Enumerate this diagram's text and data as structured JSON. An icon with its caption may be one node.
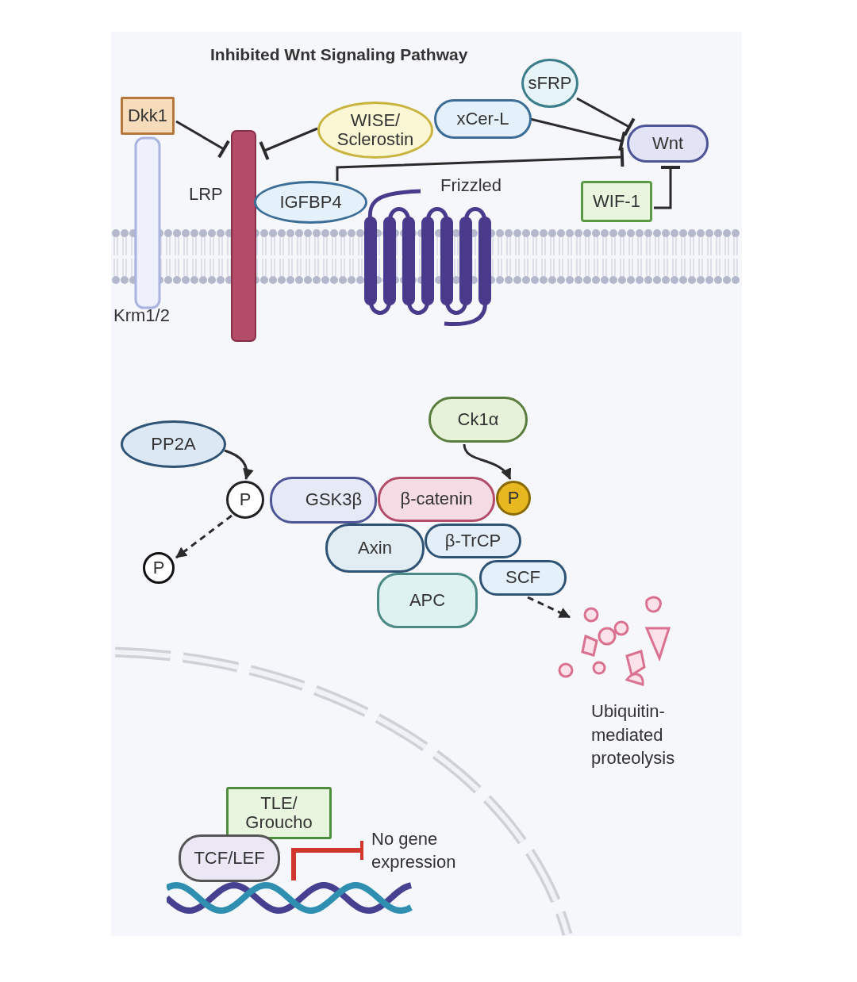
{
  "diagram": {
    "title": "Inhibited Wnt Signaling Pathway",
    "nodes": [
      {
        "text": [
          "Dkk1"
        ]
      },
      {
        "text": [
          "Krm1/2"
        ]
      },
      {
        "text": [
          "LRP"
        ]
      },
      {
        "text": [
          "WISE/ Sclerostin"
        ]
      },
      {
        "text": [
          "xCer-L"
        ]
      },
      {
        "text": [
          "sFRP"
        ]
      },
      {
        "text": [
          "Wnt"
        ]
      },
      {
        "text": [
          "IGFBP4"
        ]
      },
      {
        "text": [
          "Frizzled"
        ]
      },
      {
        "text": [
          "WIF-1"
        ]
      },
      {
        "text": [
          "PP2A"
        ]
      },
      {
        "text": [
          "P"
        ]
      },
      {
        "text": [
          "GSK3β"
        ]
      },
      {
        "text": [
          "β-catenin"
        ]
      },
      {
        "text": [
          "P"
        ]
      },
      {
        "text": [
          "Ck1α"
        ]
      },
      {
        "text": [
          "Axin"
        ]
      },
      {
        "text": [
          "β-TrCP"
        ]
      },
      {
        "text": [
          "APC"
        ]
      },
      {
        "text": [
          "SCF"
        ]
      },
      {
        "text": [
          "P"
        ]
      },
      {
        "text": [
          "Ubiquitin- mediated proteolysis"
        ]
      },
      {
        "text": [
          "TLE/ Groucho"
        ]
      },
      {
        "text": [
          "TCF/LEF"
        ]
      },
      {
        "text": [
          "No gene expression"
        ]
      },
      {
        "text": [],
        "shape": "picture"
      }
    ],
    "edges": [
      {
        "from": 0,
        "to": 2,
        "arrow": "other"
      },
      {
        "from": 3,
        "to": 2,
        "arrow": "other"
      },
      {
        "from": 4,
        "to": 6,
        "arrow": "other"
      },
      {
        "from": 5,
        "to": 6,
        "arrow": "other"
      },
      {
        "from": 7,
        "to": 6,
        "arrow": "other"
      },
      {
        "from": 9,
        "to": 6,
        "arrow": "other"
      },
      {
        "from": 10,
        "to": 11,
        "arrow": "to"
      },
      {
        "from": 11,
        "to": 20,
        "arrow": "to",
        "style": "dashed"
      },
      {
        "from": 15,
        "to": 14,
        "arrow": "to"
      },
      {
        "from": 19,
        "to": 21,
        "arrow": "to",
        "style": "dashed"
      },
      {
        "from": 25,
        "to": 24,
        "arrow": "other",
        "style": "thick",
        "color": "#d0362b"
      }
    ]
  }
}
